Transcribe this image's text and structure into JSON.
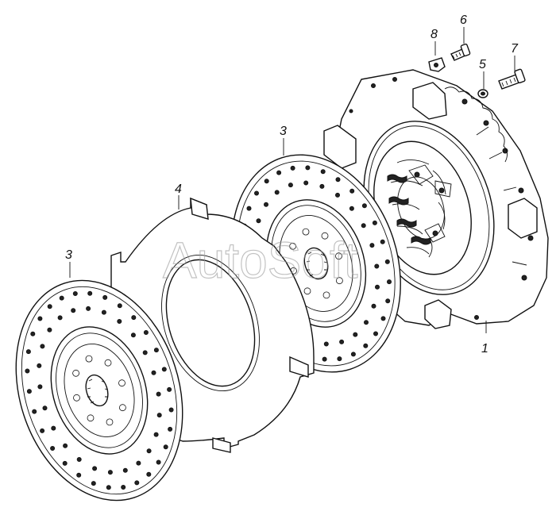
{
  "diagram": {
    "watermark": "AutoSoft",
    "callouts": [
      {
        "id": "callout-8",
        "label": "8"
      },
      {
        "id": "callout-6",
        "label": "6"
      },
      {
        "id": "callout-5",
        "label": "5"
      },
      {
        "id": "callout-7",
        "label": "7"
      },
      {
        "id": "callout-3-top",
        "label": "3"
      },
      {
        "id": "callout-4",
        "label": "4"
      },
      {
        "id": "callout-3-left",
        "label": "3"
      },
      {
        "id": "callout-1",
        "label": "1"
      }
    ]
  }
}
